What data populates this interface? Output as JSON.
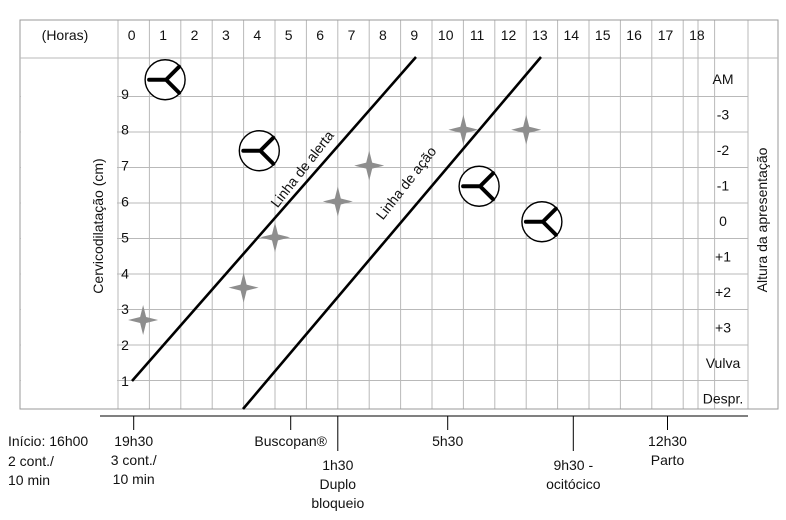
{
  "header": {
    "hours_label": "(Horas)",
    "hours": [
      "0",
      "1",
      "2",
      "3",
      "4",
      "5",
      "6",
      "7",
      "8",
      "9",
      "10",
      "11",
      "12",
      "13",
      "14",
      "15",
      "16",
      "17",
      "18"
    ]
  },
  "left_axis": {
    "label": "Cervicodilatação (cm)",
    "ticks": [
      "1",
      "2",
      "3",
      "4",
      "5",
      "6",
      "7",
      "8",
      "9"
    ]
  },
  "right_axis": {
    "label": "Altura da apresentação",
    "ticks": [
      "AM",
      "-3",
      "-2",
      "-1",
      "0",
      "+1",
      "+2",
      "+3",
      "Vulva",
      "Despr."
    ]
  },
  "lines": {
    "alert_label": "Linha de alerta",
    "action_label": "Linha de ação"
  },
  "dilation_points": [
    {
      "hour": 0.3,
      "cm": 2.7
    },
    {
      "hour": 3.5,
      "cm": 3.6
    },
    {
      "hour": 4.5,
      "cm": 5.0
    },
    {
      "hour": 6.5,
      "cm": 6.0
    },
    {
      "hour": 7.5,
      "cm": 7.0
    },
    {
      "hour": 10.5,
      "cm": 8.0
    },
    {
      "hour": 12.5,
      "cm": 8.0
    }
  ],
  "station_markers": [
    {
      "hour": 1.0,
      "station": "AM"
    },
    {
      "hour": 4.0,
      "station": "-2"
    },
    {
      "hour": 11.0,
      "station": "-1"
    },
    {
      "hour": 13.0,
      "station": "0"
    }
  ],
  "colors": {
    "star": "#8e8e8e",
    "line": "#000000",
    "grid": "#b9b9b9"
  },
  "events": [
    {
      "hour": 0.0,
      "lines": [
        "19h30",
        "3 cont./",
        "10 min"
      ]
    },
    {
      "hour": 5.0,
      "lines": [
        "Buscopan®"
      ]
    },
    {
      "hour": 6.5,
      "lines": [
        "1h30",
        "Duplo",
        "bloqueio"
      ]
    },
    {
      "hour": 10.0,
      "lines": [
        "5h30"
      ]
    },
    {
      "hour": 14.0,
      "lines": [
        "9h30 -",
        "ocitócico"
      ]
    },
    {
      "hour": 17.0,
      "lines": [
        "12h30",
        "Parto"
      ]
    }
  ],
  "start_note": [
    "Início: 16h00",
    "2 cont./",
    "10 min"
  ]
}
